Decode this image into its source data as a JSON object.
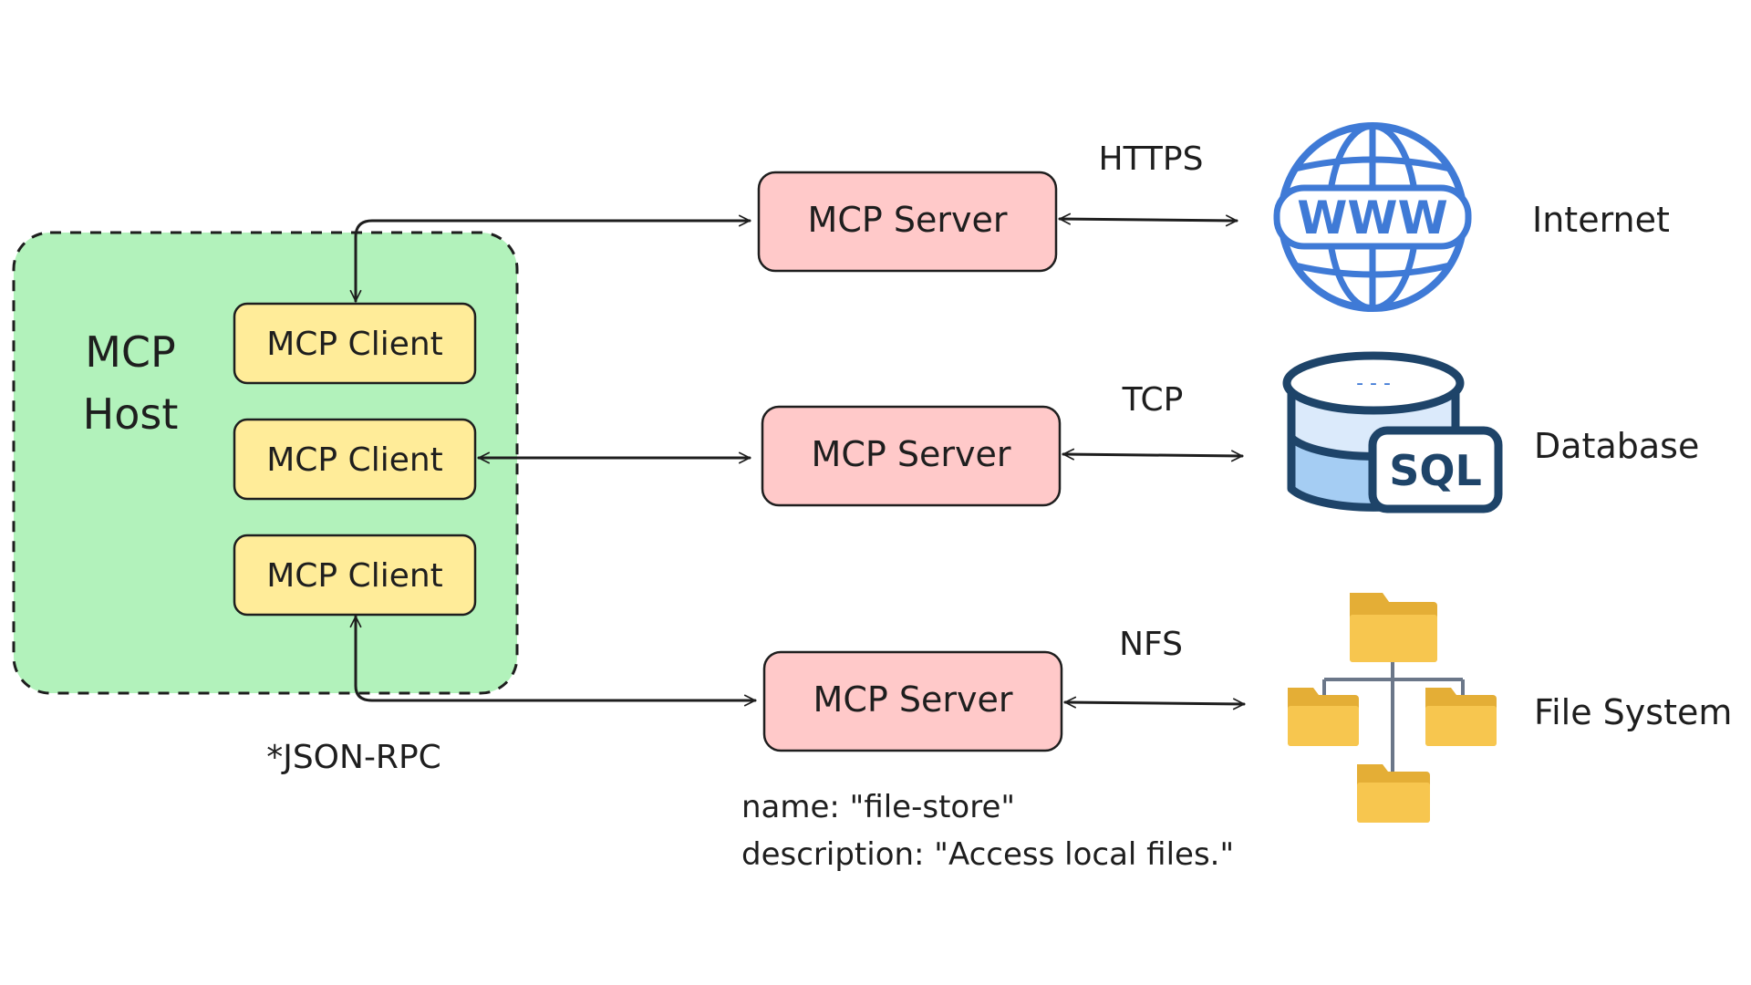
{
  "host": {
    "title_line1": "MCP",
    "title_line2": "Host",
    "clients": [
      "MCP Client",
      "MCP Client",
      "MCP Client"
    ],
    "protocol_note": "*JSON-RPC"
  },
  "servers": [
    {
      "label": "MCP Server",
      "protocol": "HTTPS",
      "resource": "Internet"
    },
    {
      "label": "MCP Server",
      "protocol": "TCP",
      "resource": "Database"
    },
    {
      "label": "MCP Server",
      "protocol": "NFS",
      "resource": "File System"
    }
  ],
  "server_metadata": {
    "name_line": "name: \"file-store\"",
    "description_line": "description: \"Access local files.\""
  },
  "icons": {
    "internet": {
      "name": "globe-www-icon",
      "text": "WWW"
    },
    "database": {
      "name": "sql-database-icon",
      "text": "SQL",
      "top_mark": "- - -"
    },
    "file_system": {
      "name": "folder-tree-icon"
    }
  },
  "colors": {
    "host_fill": "#b2f2bb",
    "client_fill": "#ffec99",
    "server_fill": "#ffc9c9",
    "globe_blue": "#3f7ad6",
    "db_navy": "#1e4469",
    "db_light": "#dbeafb",
    "db_blue": "#a5cdf3",
    "folder_yellow": "#f7c64f",
    "folder_tab": "#e4ae36",
    "tree_gray": "#6b7789"
  }
}
